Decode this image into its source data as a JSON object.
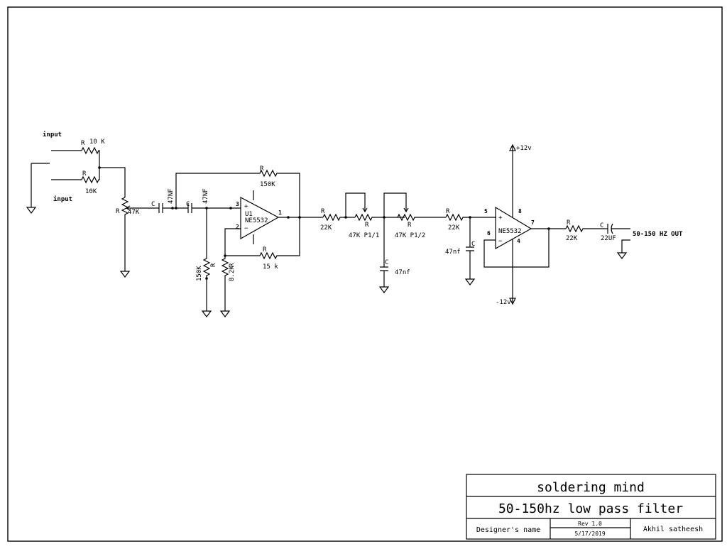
{
  "labels": {
    "input_top": "input",
    "input_bottom": "input",
    "r1_ref": "R",
    "r1_val": "10 K",
    "r2_ref": "R",
    "r2_val": "10K",
    "pot_ref": "R",
    "pot_val": "47K",
    "c1_ref": "C",
    "c1_val": "47NF",
    "c2_ref": "C",
    "c2_val": "47NF",
    "rfb1_ref": "R",
    "rfb1_val": "150K",
    "rfb2_ref": "R",
    "rfb2_val": "15 k",
    "rg1_ref": "R",
    "rg1_val": "150K",
    "rg2_ref": "R",
    "rg2_val": "8.2K",
    "u1_ref": "U1",
    "u1_part": "NE5532",
    "u1_pin3": "3",
    "u1_pin2": "2",
    "u1_pin1": "1",
    "r3_ref": "R",
    "r3_val": "22K",
    "p1_ref": "R",
    "p1_val": "47K P1/1",
    "p2_ref": "R",
    "p2_val": "47K P1/2",
    "c3_ref": "C",
    "c3_val": "47nf",
    "r4_ref": "R",
    "r4_val": "22K",
    "c4_ref": "C",
    "c4_val": "47nf",
    "u2_part": "NE5532",
    "u2_pin5": "5",
    "u2_pin6": "6",
    "u2_pin7": "7",
    "u2_pin8": "8",
    "u2_pin4": "4",
    "vplus": "+12v",
    "vminus": "-12v",
    "r5_ref": "R",
    "r5_val": "22K",
    "c5_ref": "C",
    "c5_val": "22UF",
    "output": "50-150 HZ OUT"
  },
  "title_block": {
    "company": "soldering mind",
    "title": "50-150hz low pass filter",
    "designer_label": "Designer's name",
    "rev": "Rev 1.0",
    "date": "5/17/2019",
    "designer": "Akhil satheesh"
  }
}
